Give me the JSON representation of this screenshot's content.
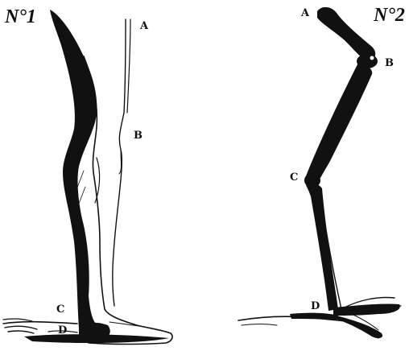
{
  "figures": [
    {
      "number": "N°1",
      "labels": {
        "a": "A",
        "b": "B",
        "c": "C",
        "d": "D"
      }
    },
    {
      "number": "N°2",
      "labels": {
        "a": "A",
        "b": "B",
        "c": "C",
        "d": "D"
      }
    }
  ],
  "colors": {
    "ink": "#111111",
    "paper": "#ffffff"
  }
}
